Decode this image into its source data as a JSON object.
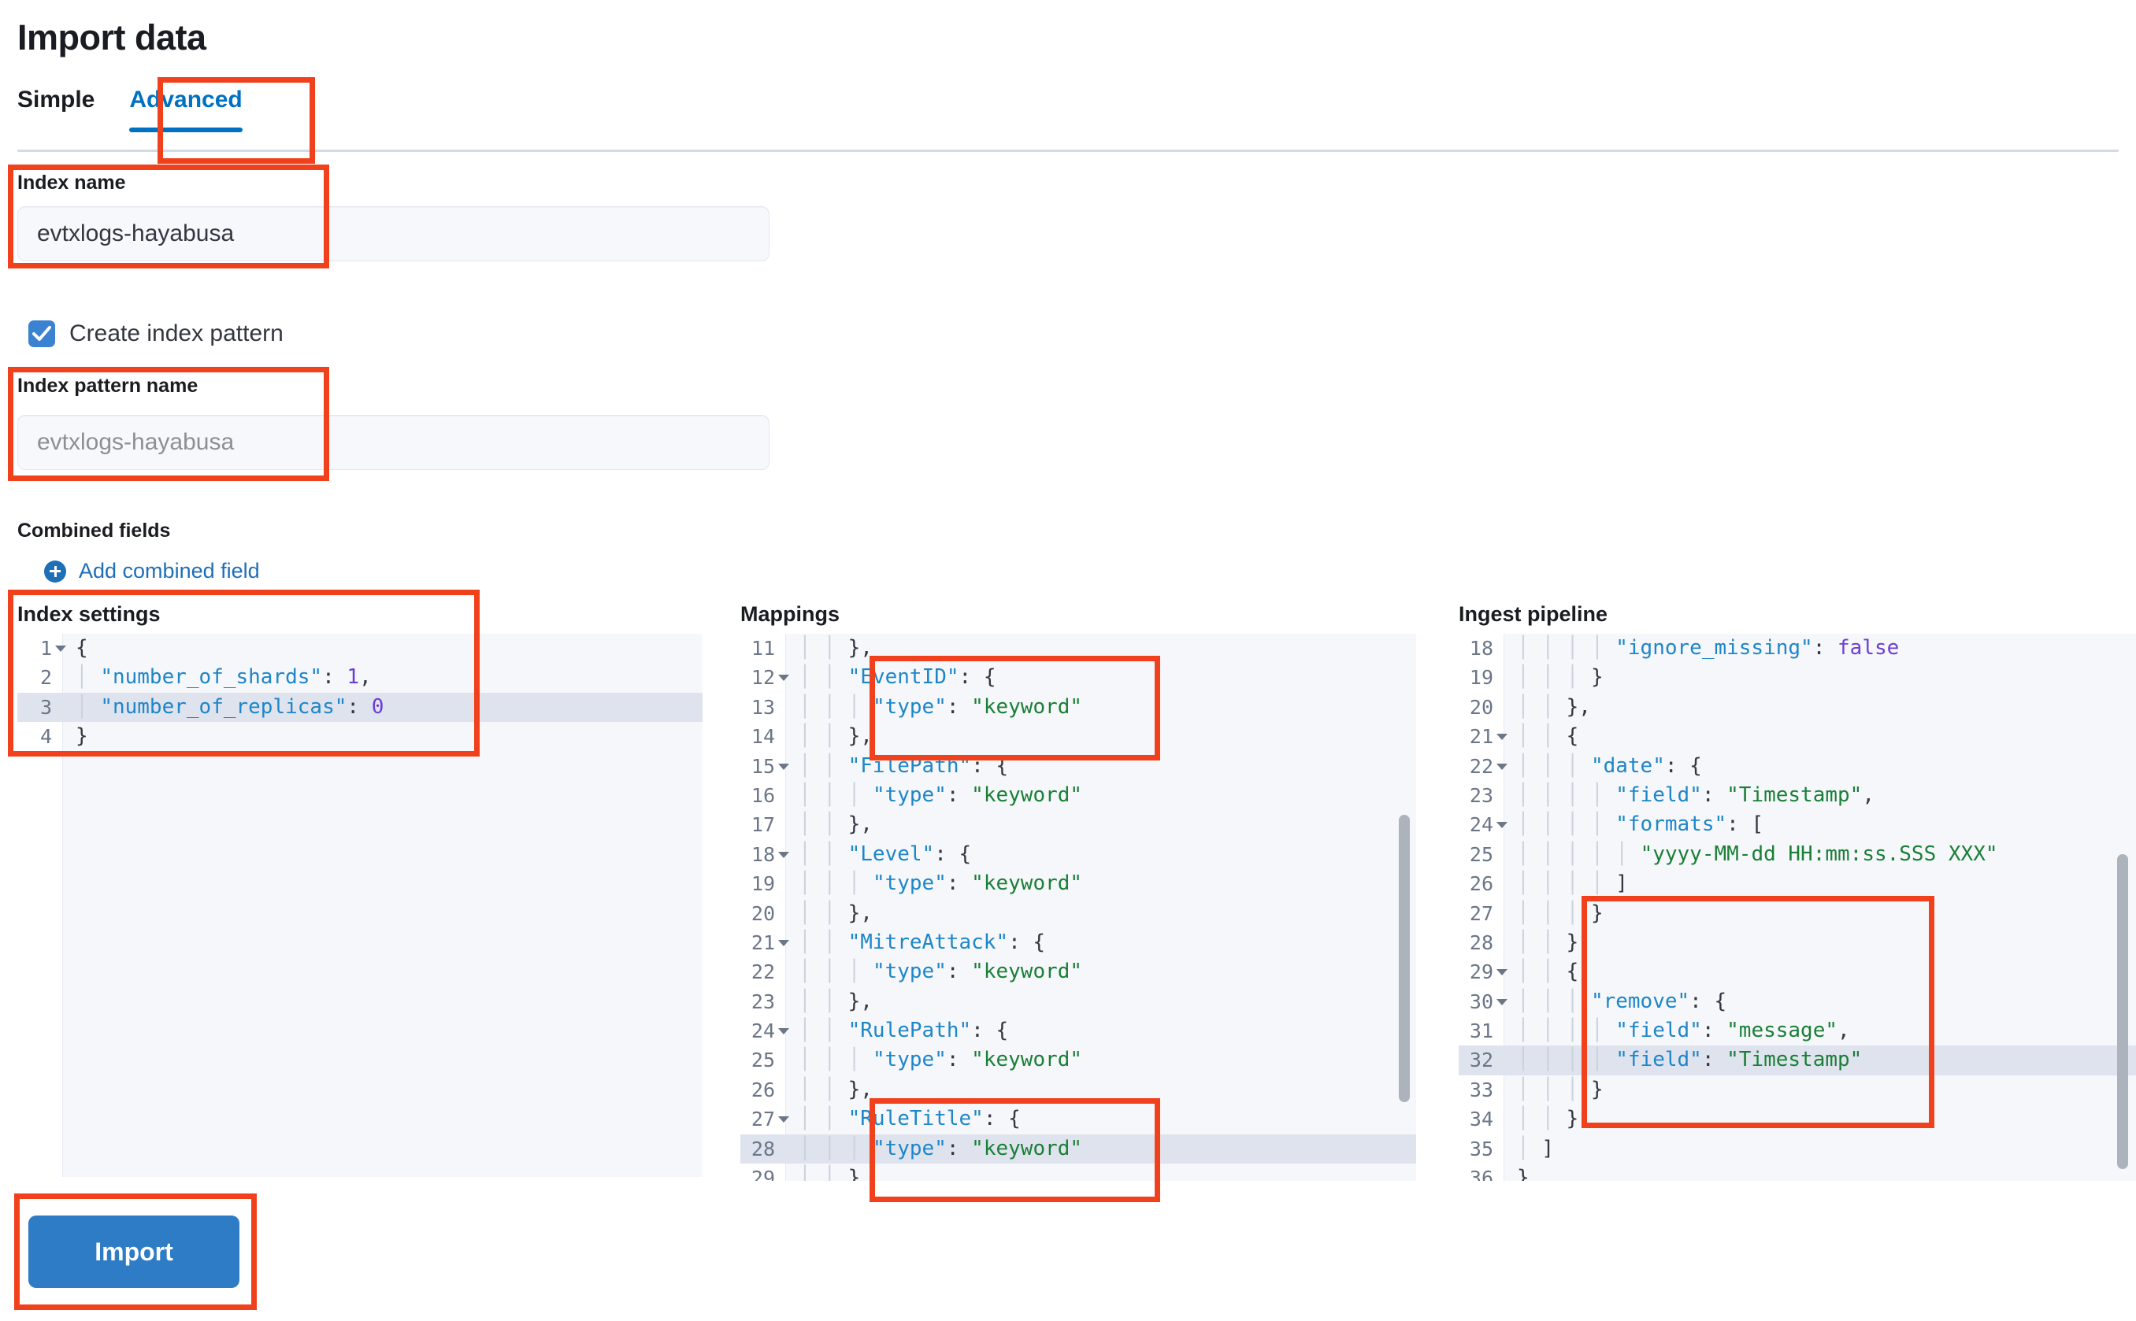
{
  "header": {
    "title": "Import data"
  },
  "tabs": [
    {
      "label": "Simple",
      "active": false
    },
    {
      "label": "Advanced",
      "active": true
    }
  ],
  "form": {
    "index_name": {
      "label": "Index name",
      "value": "evtxlogs-hayabusa",
      "is_placeholder": false
    },
    "create_index_pattern": {
      "label": "Create index pattern",
      "checked": true
    },
    "index_pattern_name": {
      "label": "Index pattern name",
      "value": "evtxlogs-hayabusa",
      "is_placeholder": true
    },
    "combined_fields": {
      "label": "Combined fields",
      "add_link_label": "Add combined field"
    },
    "import_button_label": "Import"
  },
  "editors": {
    "index_settings": {
      "title": "Index settings",
      "first_line": 1,
      "highlight_line": 3,
      "fold_lines": [
        1
      ],
      "lines": [
        "{",
        "  \"number_of_shards\": 1,",
        "  \"number_of_replicas\": 0",
        "}"
      ],
      "has_scrollbar": false
    },
    "mappings": {
      "title": "Mappings",
      "first_line": 11,
      "highlight_line": 28,
      "fold_lines": [
        12,
        15,
        18,
        21,
        24,
        27
      ],
      "lines": [
        "    },",
        "    \"EventID\": {",
        "      \"type\": \"keyword\"",
        "    },",
        "    \"FilePath\": {",
        "      \"type\": \"keyword\"",
        "    },",
        "    \"Level\": {",
        "      \"type\": \"keyword\"",
        "    },",
        "    \"MitreAttack\": {",
        "      \"type\": \"keyword\"",
        "    },",
        "    \"RulePath\": {",
        "      \"type\": \"keyword\"",
        "    },",
        "    \"RuleTitle\": {",
        "      \"type\": \"keyword\"",
        "    },"
      ],
      "has_scrollbar": true
    },
    "ingest_pipeline": {
      "title": "Ingest pipeline",
      "first_line": 18,
      "highlight_line": 32,
      "fold_lines": [
        21,
        22,
        24,
        29,
        30
      ],
      "lines": [
        "        \"ignore_missing\": false",
        "      }",
        "    },",
        "    {",
        "      \"date\": {",
        "        \"field\": \"Timestamp\",",
        "        \"formats\": [",
        "          \"yyyy-MM-dd HH:mm:ss.SSS XXX\"",
        "        ]",
        "      }",
        "    },",
        "    {",
        "      \"remove\": {",
        "        \"field\": \"message\",",
        "        \"field\": \"Timestamp\"",
        "      }",
        "    }",
        "  ]",
        "}"
      ],
      "has_scrollbar": true
    }
  },
  "annotations": {
    "color": "#f0411c",
    "boxes": [
      {
        "name": "advanced-tab-highlight"
      },
      {
        "name": "index-name-highlight"
      },
      {
        "name": "index-pattern-name-highlight"
      },
      {
        "name": "index-settings-highlight"
      },
      {
        "name": "mappings-eventid-highlight"
      },
      {
        "name": "mappings-ruletitle-highlight"
      },
      {
        "name": "ingest-remove-highlight"
      },
      {
        "name": "import-button-highlight"
      }
    ]
  },
  "colors": {
    "accent_blue": "#0071c2",
    "button_blue": "#2f7cc6",
    "link_blue": "#1d6fb8",
    "annotation_red": "#f0411c",
    "code_key": "#1e86c8",
    "code_string": "#1a7f37",
    "code_bool": "#6a3ed6"
  }
}
